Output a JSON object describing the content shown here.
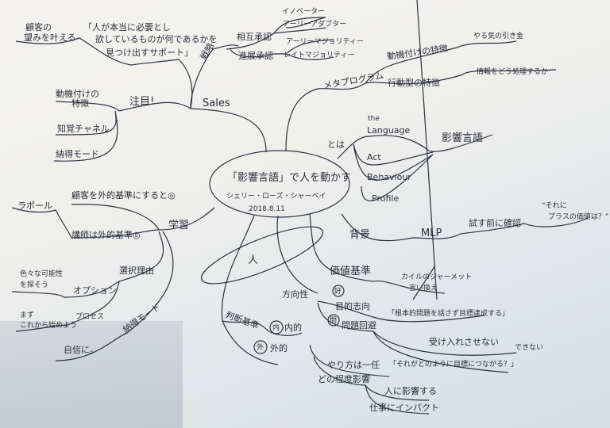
{
  "center": {
    "title": "「影響言語」で人を動かす",
    "author": "シェリー・ローズ・シャーベイ",
    "date": "2018.8.11"
  },
  "sales": {
    "label": "Sales",
    "strategy": "戦略",
    "mutual": "相互承認",
    "progress": "進展承認",
    "adopters": [
      "イノベーター",
      "アーリーアダプター",
      "アーリーマジョリティー",
      "レイトマジョリティー"
    ],
    "customer_wish": [
      "顧客の",
      "望みを叶える"
    ],
    "support": [
      "「人が本当に必要とし",
      "欲しているものが何であるかを",
      "見つけ出すサポート」"
    ],
    "focus": "注目!",
    "motivation": [
      "動機付けの",
      "特徴"
    ],
    "perception": "知覚チャネル",
    "convince": "納得モード"
  },
  "learning": {
    "label": "学習",
    "rapport": "ラポール",
    "customer_external": "顧客を外的基準にすると◎",
    "teacher_external": "講師は外的基準◎",
    "reason": "選択理由",
    "option": "オプション",
    "possibilities": [
      "色々な可能性",
      "を探そう"
    ],
    "process": "プロセス",
    "start": [
      "まず",
      "これから始めよう"
    ],
    "convince": "納得モード",
    "confidence": "自信に。"
  },
  "person": {
    "label": "人",
    "direction": "方向性",
    "judgement": "判断基準",
    "internal_mark": "内",
    "internal": "内的",
    "external_mark": "外",
    "external": "外的",
    "values": "価値基準",
    "crossed": [
      "カイルのジャーメット",
      "言い換え"
    ],
    "goal_mark": "好",
    "goal": "目的志向",
    "goal_quote": "「根本的問題を話さず目標達成する」",
    "avoid_mark": "問",
    "avoid": "問題回避",
    "no_accept": "受け入れさせない",
    "cannot": "できない",
    "avoid_quote": "「それがどのように目標につながる？」",
    "delegate": "やり方は一任",
    "influence": "どの程度影響",
    "people": "人に影響する",
    "work": "仕事にインパクト"
  },
  "background": {
    "label": "背景",
    "mlp": "MLP",
    "confirm": "試す前に確認",
    "plus": [
      "“それに",
      "プラスの価値は？”"
    ]
  },
  "definition": {
    "label": "とは",
    "the": "the",
    "language": "Language",
    "act": "Act",
    "behaviour": "Behaviour",
    "profile": "Profile",
    "term": "影響言語"
  },
  "metaprogram": {
    "label": "メタプログラム",
    "motivation": "動機付けの特徴",
    "trigger": "やる気の引き金",
    "behavior": "行動型の特徴",
    "info": "情報をどう処理するか"
  }
}
